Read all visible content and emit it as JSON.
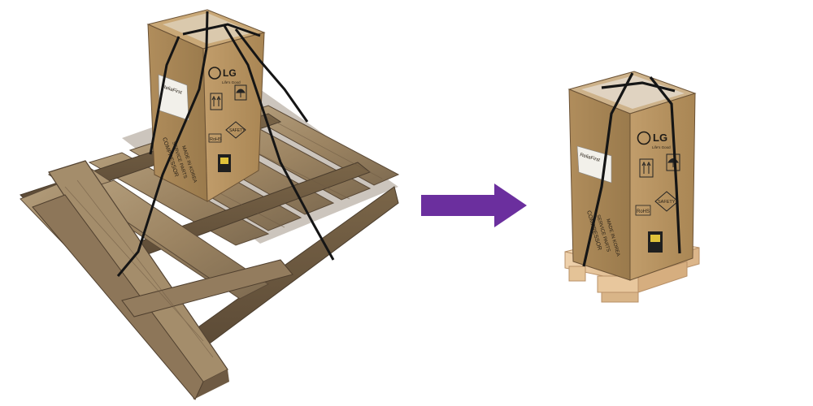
{
  "left_box": {
    "brand": "LG",
    "tagline": "Life's Good",
    "line1": "COMPRESSOR",
    "line2": "SERVICE PARTS",
    "line3": "MADE IN KOREA",
    "rohs": "RoHS",
    "safety": "SAFETY",
    "label": "ReliaFirst"
  },
  "right_box": {
    "brand": "LG",
    "tagline": "Life's Good",
    "line1": "COMPRESSOR",
    "line2": "SERVICE PARTS",
    "line3": "MADE IN KOREA",
    "rohs": "RoHS",
    "safety": "SAFETY",
    "label": "ReliaFirst"
  },
  "colors": {
    "arrow": "#6b2f9e",
    "cardboard": "#b89464",
    "old_pallet_wood": "#a08a6a",
    "new_pallet_wood": "#e3c29a",
    "strap": "#1a1a1a"
  },
  "icons": [
    "arrow-right-icon",
    "this-way-up-icon",
    "keep-dry-icon",
    "fragile-icon"
  ]
}
